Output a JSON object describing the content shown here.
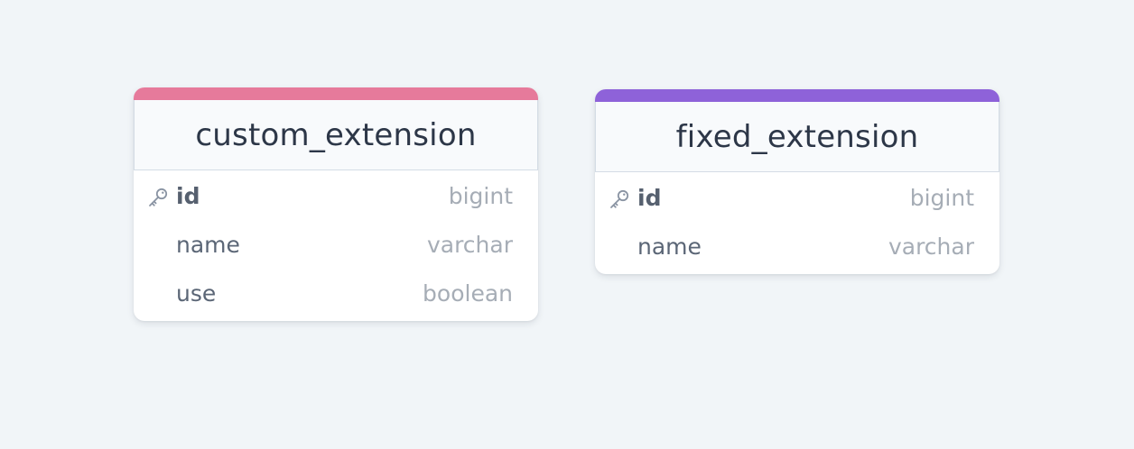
{
  "tables": [
    {
      "name": "custom_extension",
      "accent_color": "#e67a9b",
      "fields": [
        {
          "name": "id",
          "type": "bigint",
          "primary_key": true,
          "icon": "key-icon"
        },
        {
          "name": "name",
          "type": "varchar",
          "primary_key": false
        },
        {
          "name": "use",
          "type": "boolean",
          "primary_key": false
        }
      ]
    },
    {
      "name": "fixed_extension",
      "accent_color": "#8e62d9",
      "fields": [
        {
          "name": "id",
          "type": "bigint",
          "primary_key": true,
          "icon": "key-icon"
        },
        {
          "name": "name",
          "type": "varchar",
          "primary_key": false
        }
      ]
    }
  ]
}
